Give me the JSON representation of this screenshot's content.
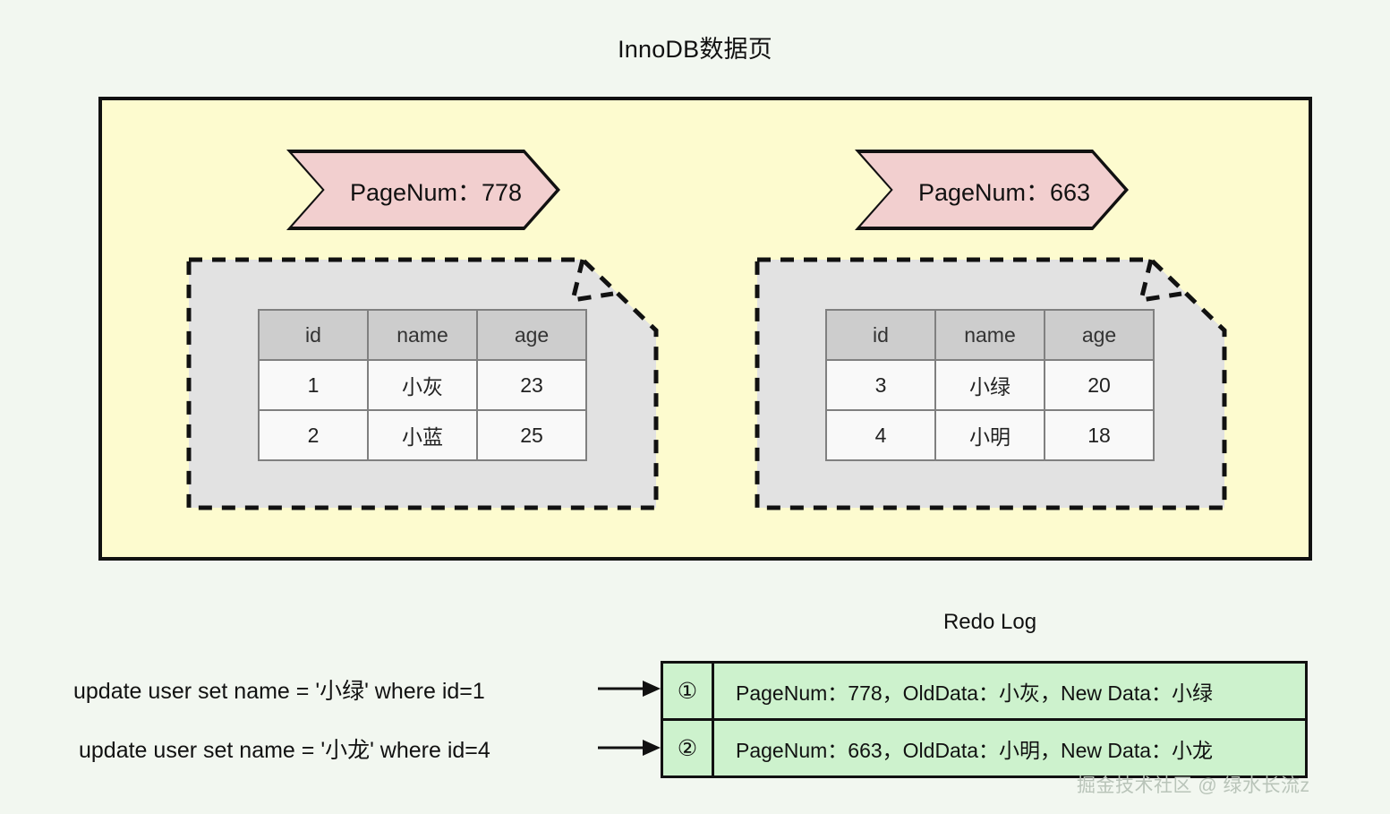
{
  "page": {
    "title": "InnoDB数据页",
    "background_color": "#f2f7f0",
    "page_box_color": "#fdfbcf",
    "banner_color": "#f2cfcf",
    "note_color": "#e2e2e2",
    "redo_color": "#cdf2cd"
  },
  "pages": [
    {
      "banner_label": "PageNum：778",
      "table": {
        "columns": [
          "id",
          "name",
          "age"
        ],
        "rows": [
          [
            "1",
            "小灰",
            "23"
          ],
          [
            "2",
            "小蓝",
            "25"
          ]
        ]
      }
    },
    {
      "banner_label": "PageNum：663",
      "table": {
        "columns": [
          "id",
          "name",
          "age"
        ],
        "rows": [
          [
            "3",
            "小绿",
            "20"
          ],
          [
            "4",
            "小明",
            "18"
          ]
        ]
      }
    }
  ],
  "redo_log": {
    "title": "Redo Log",
    "entries": [
      {
        "seq": "①",
        "text": "PageNum：778，OldData：小灰，New Data：小绿"
      },
      {
        "seq": "②",
        "text": "PageNum：663，OldData：小明，New Data：小龙"
      }
    ]
  },
  "statements": [
    {
      "sql": "update user set name = '小绿' where id=1"
    },
    {
      "sql": "update user set name = '小龙' where id=4"
    }
  ],
  "watermark": "掘金技术社区 @ 绿水长流z"
}
